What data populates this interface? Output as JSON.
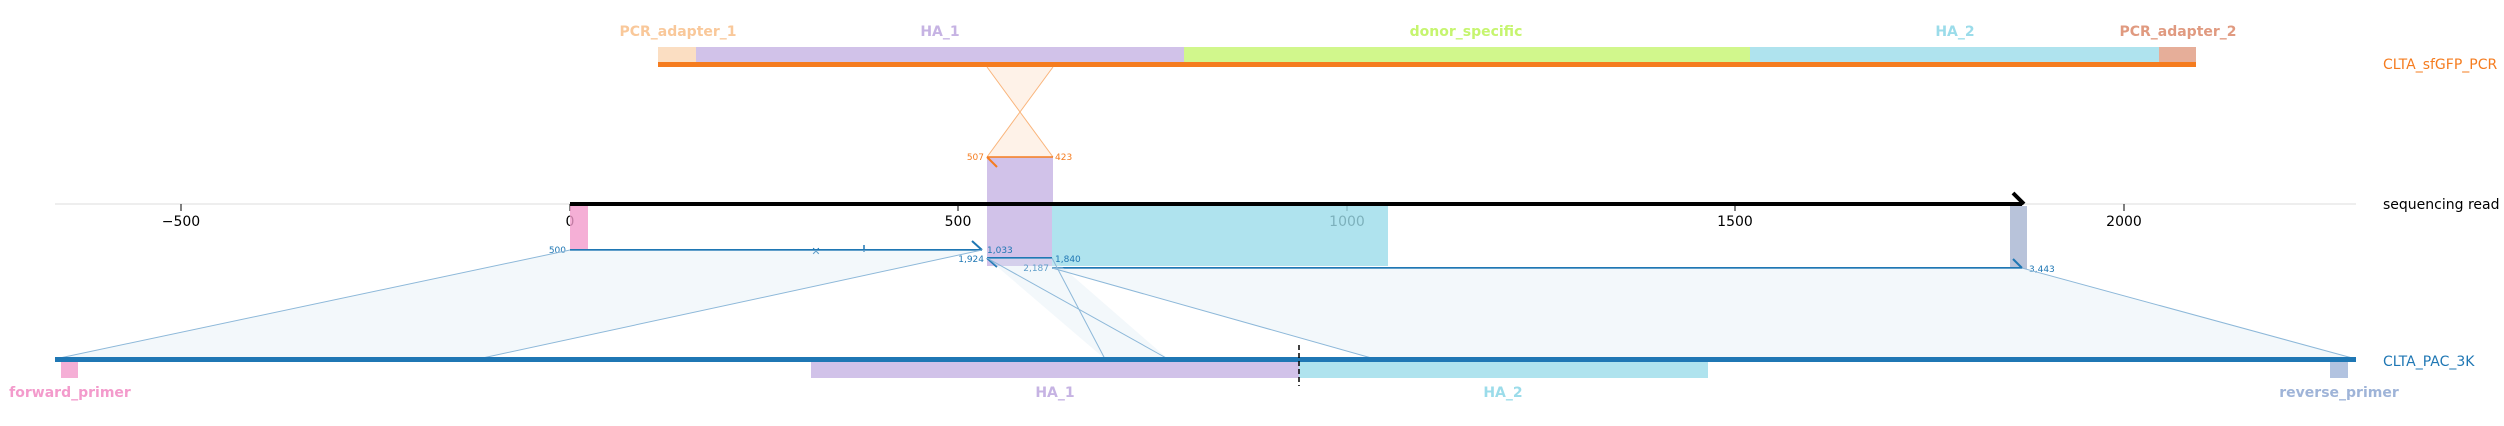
{
  "colors": {
    "pcr_adapter_1": "#f9c89a",
    "ha_1": "#c6b3e3",
    "donor_specific": "#c6f56f",
    "ha_2": "#9bdcea",
    "pcr_adapter_2": "#e09a80",
    "pcr_track": "#f57c1f",
    "read_track": "#000000",
    "pac_track": "#1f77b4",
    "forward_primer": "#f39bcc",
    "reverse_primer": "#9fb4d8",
    "read_block_2": "#b0bcd6"
  },
  "top_features": {
    "pcr_adapter_1": "PCR_adapter_1",
    "ha_1": "HA_1",
    "donor_specific": "donor_specific",
    "ha_2": "HA_2",
    "pcr_adapter_2": "PCR_adapter_2"
  },
  "tracks": {
    "pcr": "CLTA_sfGFP_PCR",
    "read": "sequencing read",
    "pac": "CLTA_PAC_3K"
  },
  "bottom_features": {
    "forward_primer": "forward_primer",
    "ha_1": "HA_1",
    "ha_2": "HA_2",
    "reverse_primer": "reverse_primer"
  },
  "axis": {
    "ticks": [
      -500,
      0,
      500,
      1000,
      1500,
      2000
    ],
    "tick_labels": [
      "−500",
      "0",
      "500",
      "1000",
      "1500",
      "2000"
    ]
  },
  "alignment_labels": {
    "pcr_start": "507",
    "pcr_end": "423",
    "a1_start": "500",
    "a1_end": "1,033",
    "a2_start": "1,924",
    "a2_end": "1,840",
    "a3_start": "2,187",
    "a3_end": "3,443"
  }
}
